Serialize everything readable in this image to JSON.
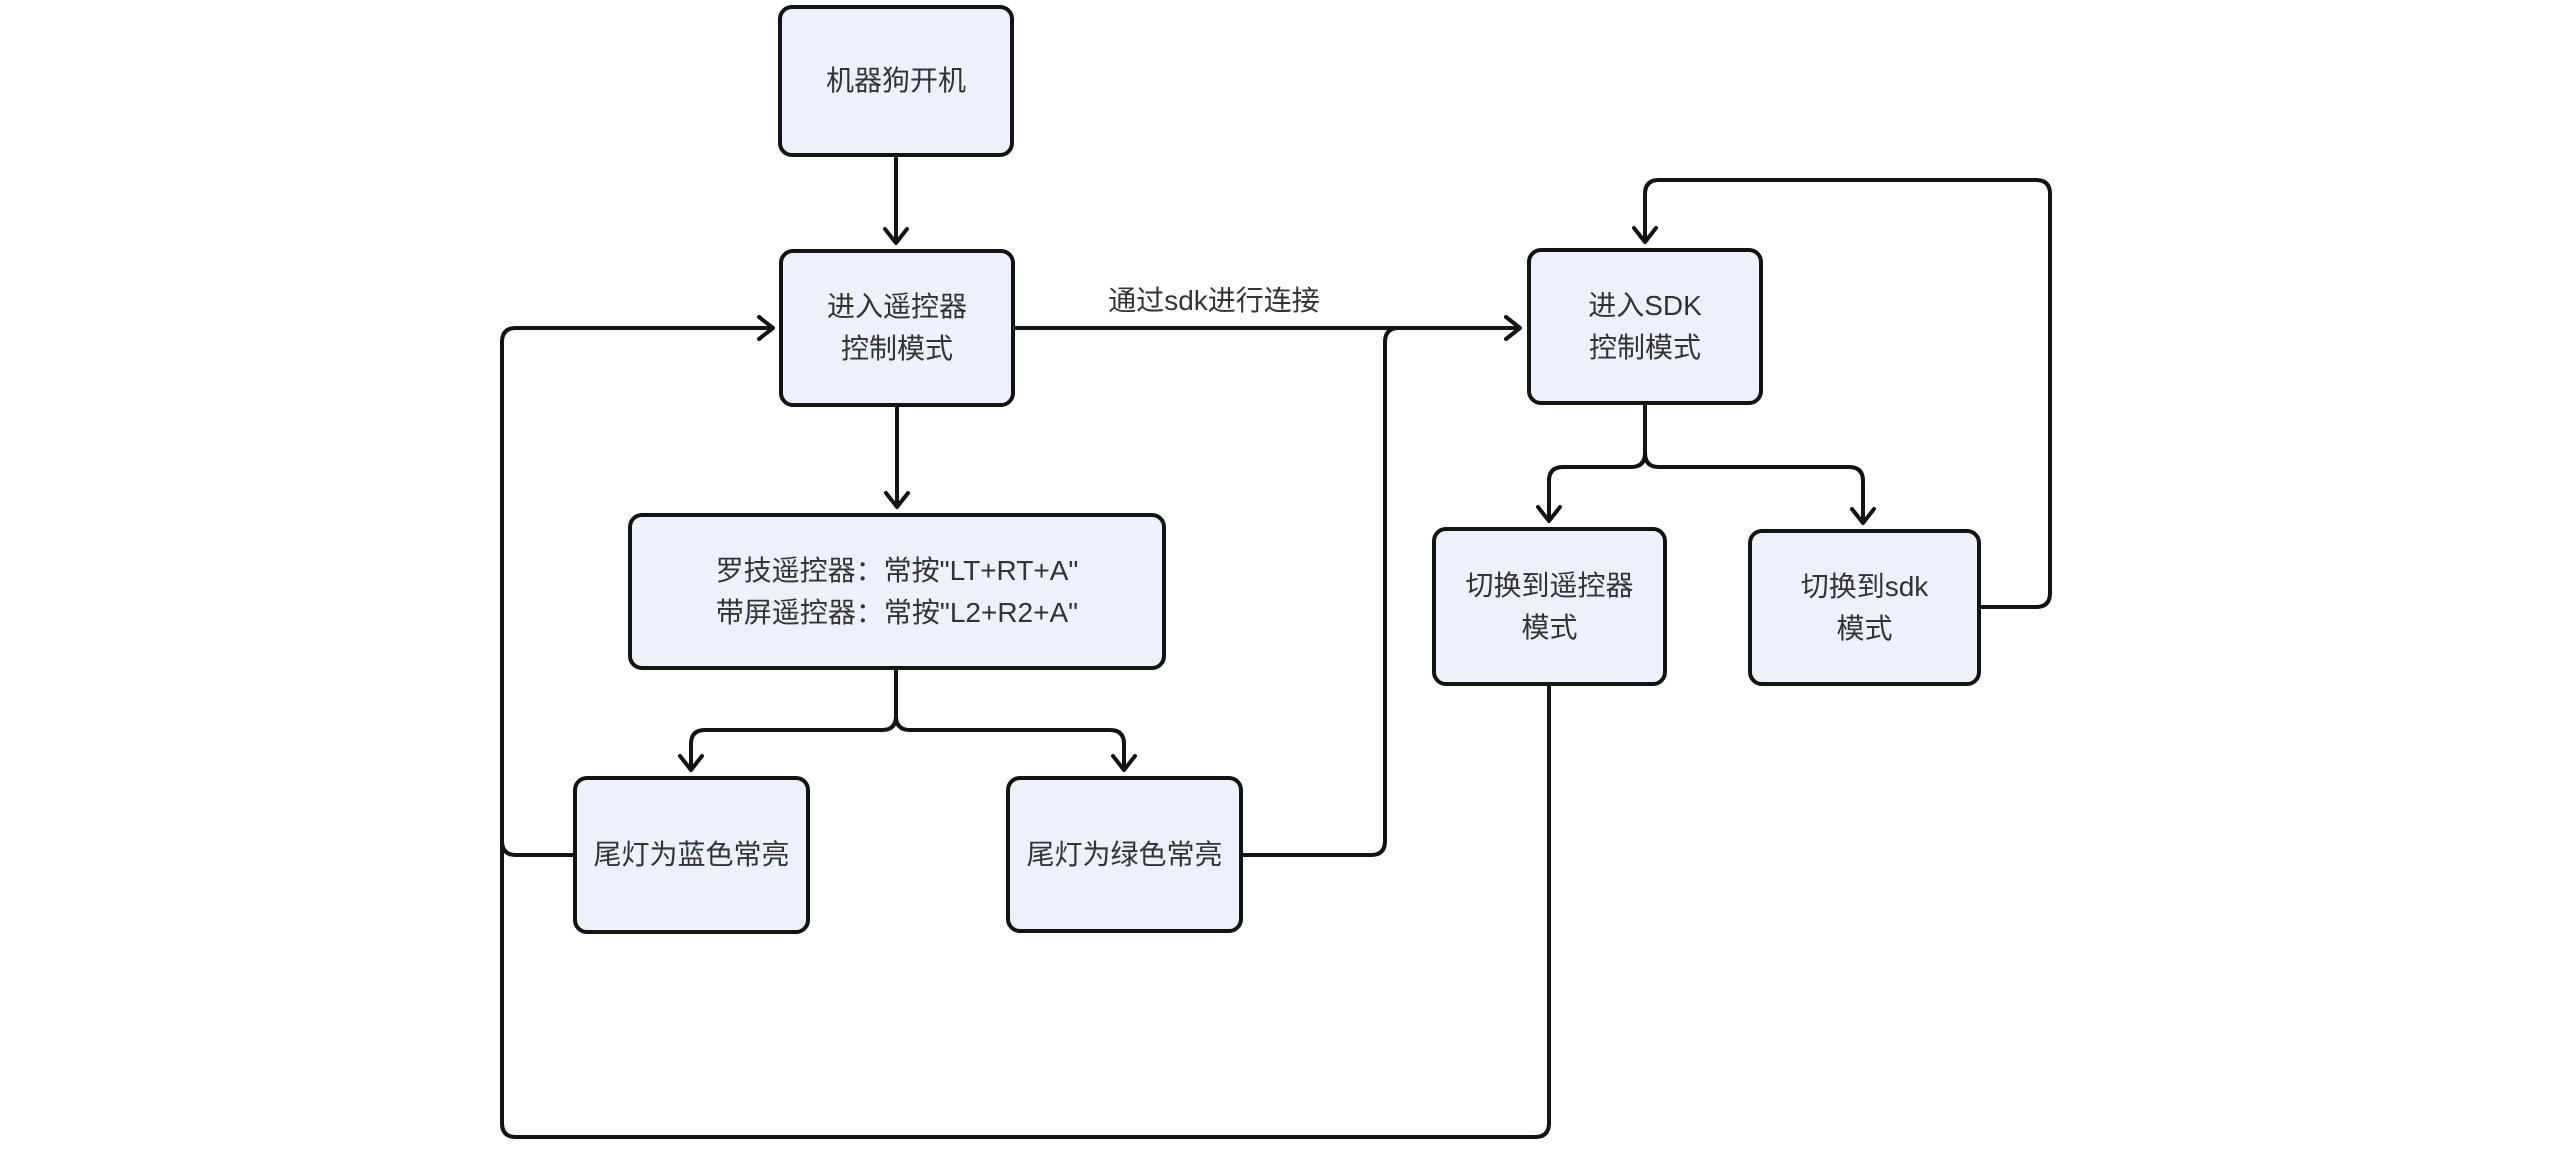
{
  "diagram": {
    "background_color": "#ffffff",
    "node_fill_color": "#ECF1FB",
    "node_border_color": "#131313",
    "edge_color": "#131313",
    "text_color": "#333333",
    "nodes": {
      "power_on": "机器狗开机",
      "remote_mode": "进入遥控器\n控制模式",
      "sdk_mode": "进入SDK\n控制模式",
      "hold_combo": "罗技遥控器：常按\"LT+RT+A\"\n带屏遥控器：常按\"L2+R2+A\"",
      "tail_blue": "尾灯为蓝色常亮",
      "tail_green": "尾灯为绿色常亮",
      "switch_remote": "切换到遥控器\n模式",
      "switch_sdk": "切换到sdk\n模式"
    },
    "edge_labels": {
      "sdk_connect": "通过sdk进行连接"
    }
  }
}
